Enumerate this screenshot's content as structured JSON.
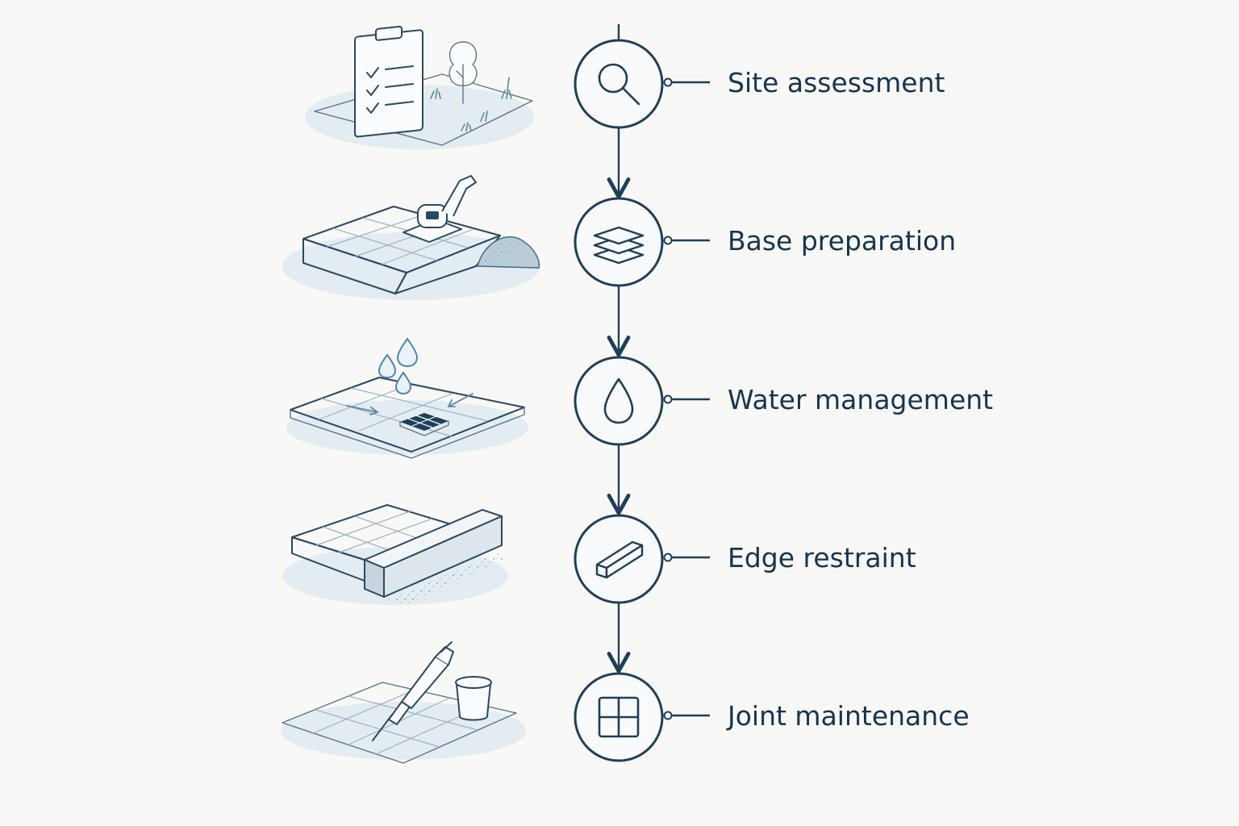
{
  "diagram": {
    "steps": [
      {
        "id": "site",
        "label": "Site assessment",
        "node_icon": "magnifier-icon",
        "illustration": "clipboard-site-illustration"
      },
      {
        "id": "base",
        "label": "Base preparation",
        "node_icon": "layers-icon",
        "illustration": "plate-compactor-illustration"
      },
      {
        "id": "water",
        "label": "Water management",
        "node_icon": "water-drop-icon",
        "illustration": "drainage-grate-illustration"
      },
      {
        "id": "edge",
        "label": "Edge restraint",
        "node_icon": "edge-block-icon",
        "illustration": "edge-curb-illustration"
      },
      {
        "id": "joint",
        "label": "Joint maintenance",
        "node_icon": "joint-grid-icon",
        "illustration": "joint-sealant-illustration"
      }
    ],
    "colors": {
      "ink": "#1f3e59",
      "accent_water": "#4f86aa",
      "shadow": "#e1eaf0",
      "background": "#f8f8f6"
    }
  }
}
